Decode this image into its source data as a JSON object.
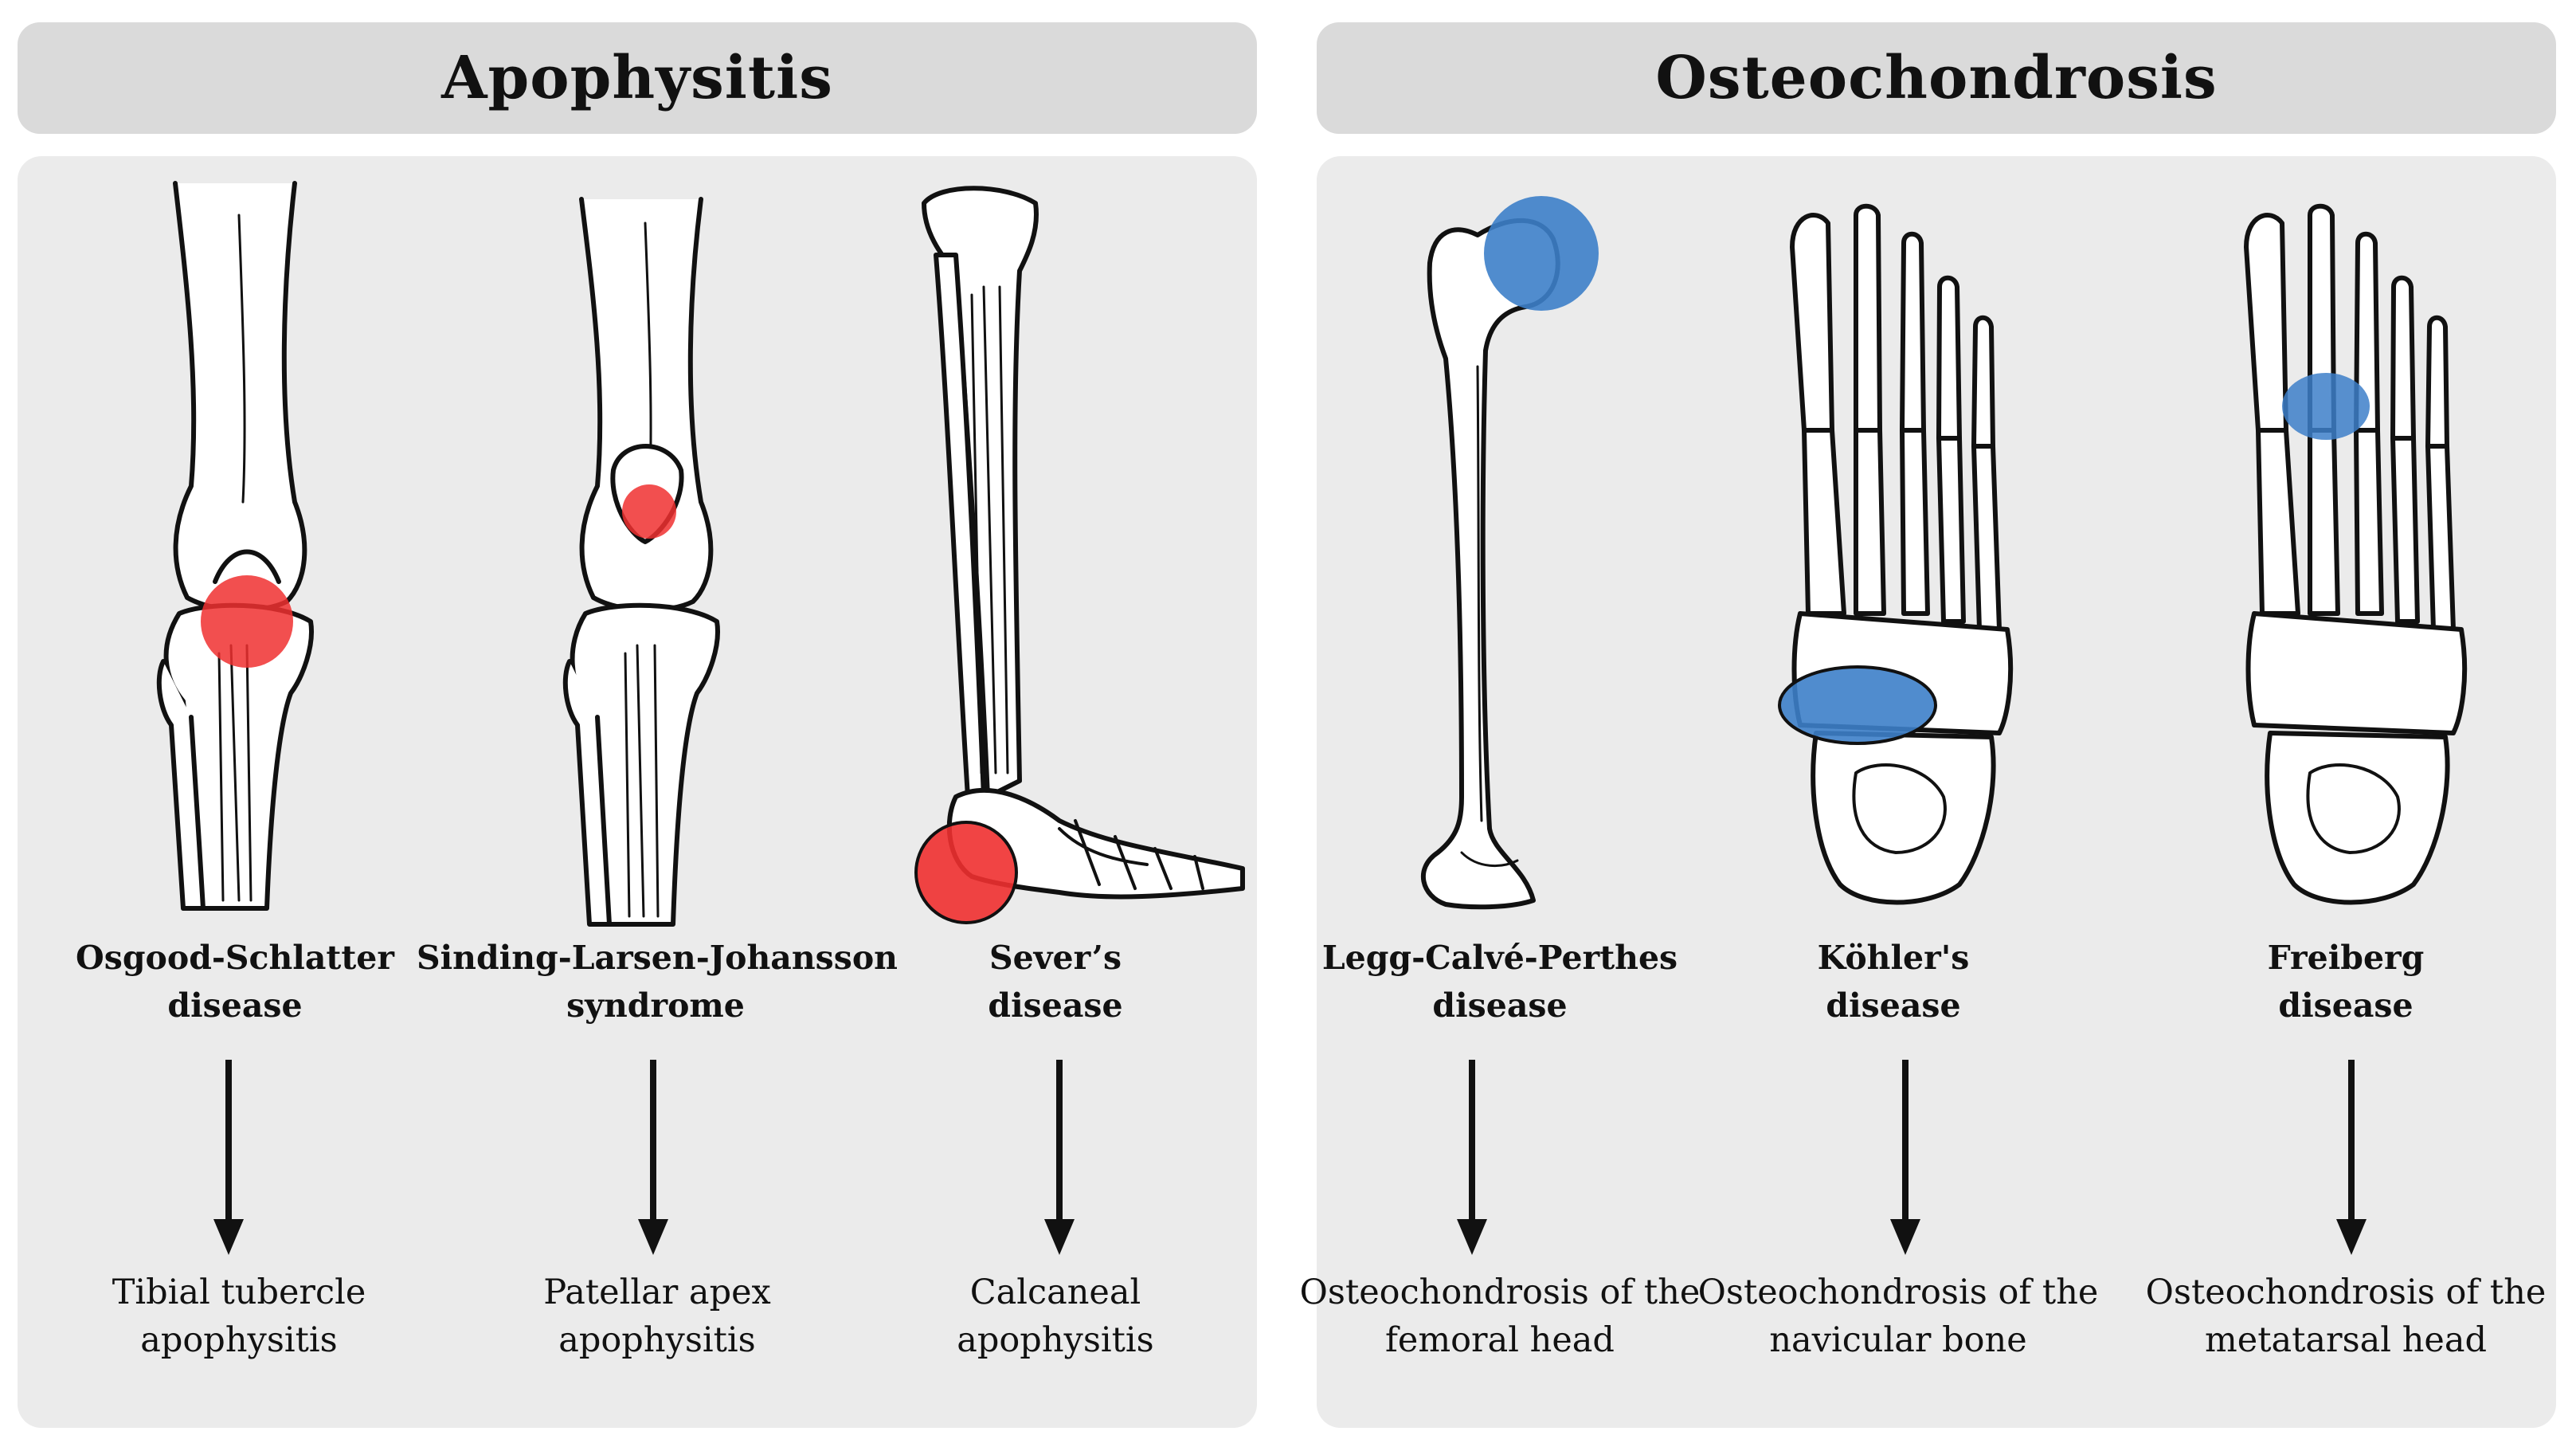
{
  "headers": {
    "left": "Apophysitis",
    "right": "Osteochondrosis"
  },
  "colors": {
    "apophysitis_marker": "#f03030",
    "osteochondrosis_marker": "#3d7fc9",
    "header_bg": "#dadada",
    "panel_bg": "#ebebeb"
  },
  "columns": [
    {
      "group": "Apophysitis",
      "icon": "knee-bones-illustration",
      "disease": [
        "Osgood-Schlatter",
        "disease"
      ],
      "outcome": [
        "Tibial tubercle",
        "apophysitis"
      ]
    },
    {
      "group": "Apophysitis",
      "icon": "knee-bones-illustration",
      "disease": [
        "Sinding-Larsen-Johansson",
        "syndrome"
      ],
      "outcome": [
        "Patellar apex",
        "apophysitis"
      ]
    },
    {
      "group": "Apophysitis",
      "icon": "leg-foot-bones-illustration",
      "disease": [
        "Sever’s",
        "disease"
      ],
      "outcome": [
        "Calcaneal",
        "apophysitis"
      ]
    },
    {
      "group": "Osteochondrosis",
      "icon": "femur-illustration",
      "disease": [
        "Legg-Calvé-Perthes",
        "disease"
      ],
      "outcome": [
        "Osteochondrosis of the",
        "femoral head"
      ]
    },
    {
      "group": "Osteochondrosis",
      "icon": "foot-skeleton-illustration",
      "disease": [
        "Köhler's",
        "disease"
      ],
      "outcome": [
        "Osteochondrosis of the",
        "navicular bone"
      ]
    },
    {
      "group": "Osteochondrosis",
      "icon": "foot-skeleton-illustration",
      "disease": [
        "Freiberg",
        "disease"
      ],
      "outcome": [
        "Osteochondrosis of the",
        "metatarsal head"
      ]
    }
  ]
}
